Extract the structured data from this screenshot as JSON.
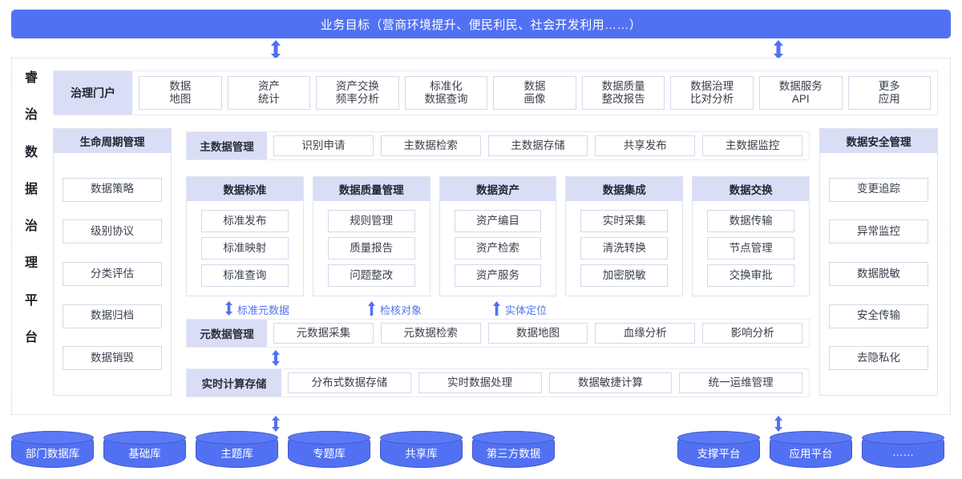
{
  "banner": {
    "title": "业务目标（营商环境提升、便民利民、社会开发利用……）",
    "color": "#5271f2"
  },
  "platform": {
    "vertical_label_chars": [
      "睿",
      "治",
      "数",
      "据",
      "治",
      "理",
      "平",
      "台"
    ]
  },
  "portal": {
    "head": "治理门户",
    "items": [
      "数据\n地图",
      "资产\n统计",
      "资产交换\n频率分析",
      "标准化\n数据查询",
      "数据\n画像",
      "数据质量\n整改报告",
      "数据治理\n比对分析",
      "数据服务\nAPI",
      "更多\n应用"
    ]
  },
  "lifecycle": {
    "head": "生命周期管理",
    "items": [
      "数据策略",
      "级别协议",
      "分类评估",
      "数据归档",
      "数据销毁"
    ]
  },
  "security": {
    "head": "数据安全管理",
    "items": [
      "变更追踪",
      "异常监控",
      "数据脱敏",
      "安全传输",
      "去隐私化"
    ]
  },
  "masterdata": {
    "head": "主数据管理",
    "items": [
      "识别申请",
      "主数据检索",
      "主数据存储",
      "共享发布",
      "主数据监控"
    ]
  },
  "domains": [
    {
      "head": "数据标准",
      "items": [
        "标准发布",
        "标准映射",
        "标准查询"
      ]
    },
    {
      "head": "数据质量管理",
      "items": [
        "规则管理",
        "质量报告",
        "问题整改"
      ]
    },
    {
      "head": "数据资产",
      "items": [
        "资产编目",
        "资产检索",
        "资产服务"
      ]
    },
    {
      "head": "数据集成",
      "items": [
        "实时采集",
        "清洗转换",
        "加密脱敏"
      ]
    },
    {
      "head": "数据交换",
      "items": [
        "数据传输",
        "节点管理",
        "交换审批"
      ]
    }
  ],
  "arrow_labels": [
    {
      "text": "标准元数据",
      "type": "double"
    },
    {
      "text": "检核对象",
      "type": "up"
    },
    {
      "text": "实体定位",
      "type": "up"
    }
  ],
  "metadata": {
    "head": "元数据管理",
    "items": [
      "元数据采集",
      "元数据检索",
      "数据地图",
      "血缘分析",
      "影响分析"
    ]
  },
  "realtime": {
    "head": "实时计算存储",
    "items": [
      "分布式数据存储",
      "实时数据处理",
      "数据敏捷计算",
      "统一运维管理"
    ]
  },
  "databases_left": [
    "部门数据库",
    "基础库",
    "主题库",
    "专题库",
    "共享库",
    "第三方数据"
  ],
  "databases_right": [
    "支撑平台",
    "应用平台",
    "……"
  ]
}
